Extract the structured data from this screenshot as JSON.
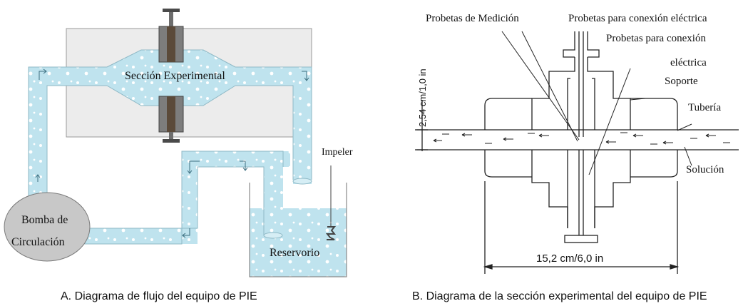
{
  "panel_a": {
    "section_label": "Sección Experimental",
    "pump_label_line1": "Bomba de",
    "pump_label_line2": "Circulación",
    "impeller_label": "Impeler",
    "reservoir_label": "Reservorio",
    "caption": "A. Diagrama de flujo del equipo de PIE"
  },
  "panel_b": {
    "measure_probes_label": "Probetas de Medición",
    "conn_probes_label": "Probetas para conexión eléctrica",
    "conn_probes_label2_line1": "Probetas para conexión",
    "conn_probes_label2_line2": "eléctrica",
    "support_label": "Soporte",
    "tube_label": "Tubería",
    "solution_label": "Solución",
    "height_dim": "2,54 cm/1,0 in",
    "width_dim": "15,2 cm/6,0 in",
    "caption": "B. Diagrama de la sección experimental del equipo de PIE"
  },
  "colors": {
    "fluid": "#bfe3ee",
    "frame": "#ececec",
    "pump": "#c8c8c8",
    "electrode": "#7d7d7d"
  }
}
